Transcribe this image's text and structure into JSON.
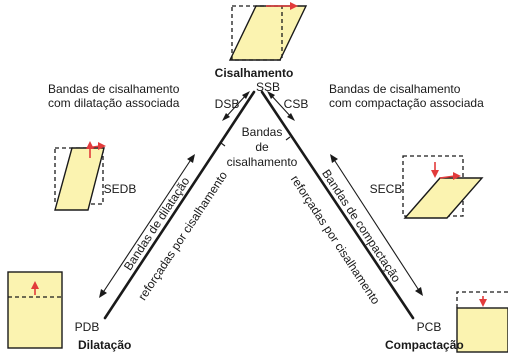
{
  "nodes": {
    "ssb": "SSB",
    "pdb": "PDB",
    "pcb": "PCB",
    "dsb": "DSB",
    "csb": "CSB",
    "sedb": "SEDB",
    "secb": "SECB"
  },
  "titles": {
    "top": "Cisalhamento",
    "left": "Dilatação",
    "right": "Compactação"
  },
  "top_left_note": [
    "Bandas de cisalhamento",
    "com dilatação associada"
  ],
  "top_right_note": [
    "Bandas de cisalhamento",
    "com compactação associada"
  ],
  "center_label": [
    "Bandas",
    "de",
    "cisalhamento"
  ],
  "left_arm": {
    "outer": "Bandas de dilatação",
    "inner": "reforçadas por cisalhamento"
  },
  "right_arm": {
    "outer": "Bandas de compactação",
    "inner": "reforçadas por cisalhamento"
  },
  "colors": {
    "block_fill": "#fbf3b0",
    "arrow_red": "#e23b3b",
    "line": "#1a1a1a"
  }
}
